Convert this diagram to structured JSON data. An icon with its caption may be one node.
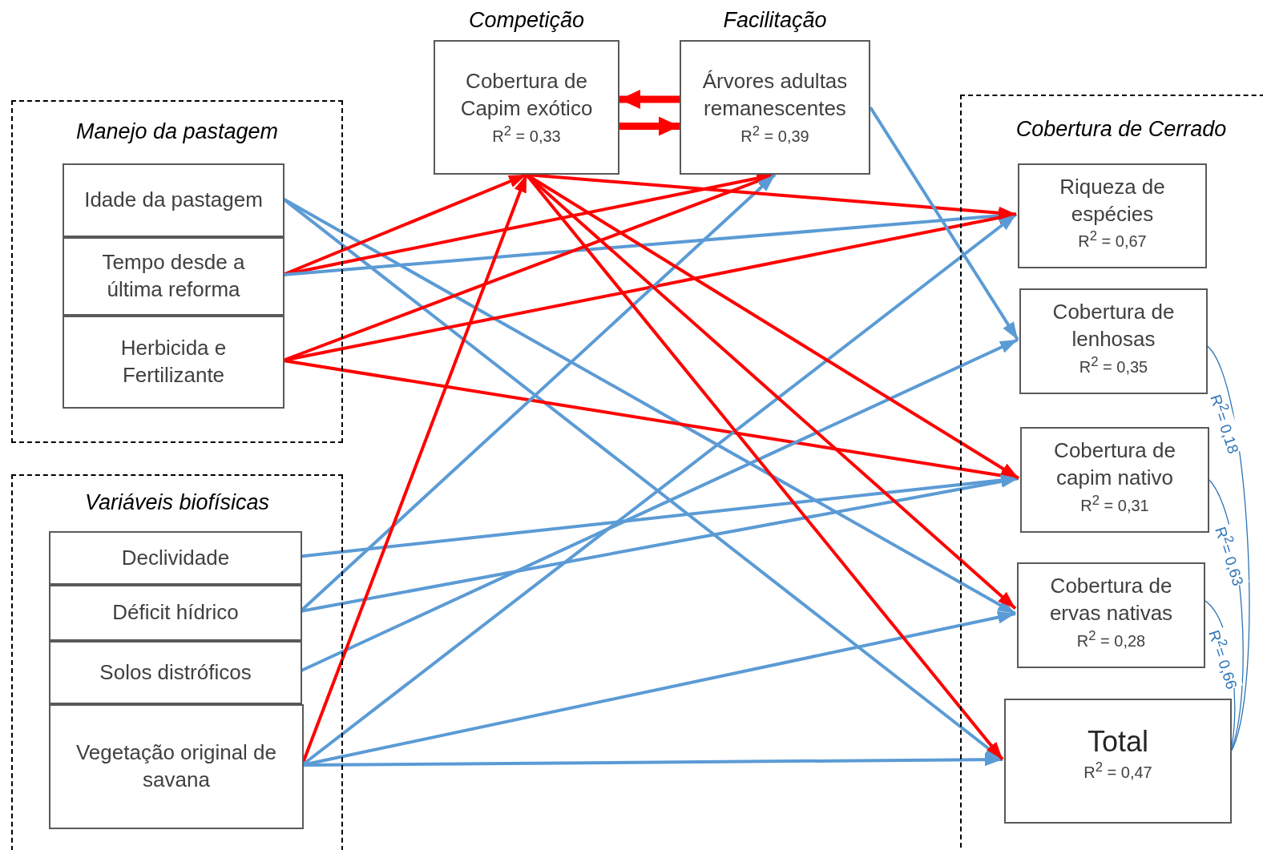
{
  "diagram": {
    "nodes": [
      {
        "text": [
          "Manejo da pastagem"
        ]
      },
      {
        "text": [
          "Idade da pastagem"
        ],
        "in": 0
      },
      {
        "text": [
          "Tempo desde a última reforma"
        ],
        "in": 0
      },
      {
        "text": [
          "Herbicida e Fertilizante"
        ],
        "in": 0
      },
      {
        "text": [
          "Variáveis biofísicas"
        ]
      },
      {
        "text": [
          "Declividade"
        ],
        "in": 4
      },
      {
        "text": [
          "Déficit hídrico"
        ],
        "in": 4
      },
      {
        "text": [
          "Solos distróficos"
        ],
        "in": 4
      },
      {
        "text": [
          "Vegetação original de savana"
        ],
        "in": 4
      },
      {
        "text": [
          "Competição",
          "Cobertura de Capim exótico",
          "R$^{2}$ = 0,33"
        ]
      },
      {
        "text": [
          "Facilitação",
          "Árvores adultas remanescentes",
          "R$^{2}$ = 0,39"
        ]
      },
      {
        "text": [
          "Cobertura de Cerrado"
        ]
      },
      {
        "text": [
          "Riqueza de espécies",
          "R$^{2}$ = 0,67"
        ],
        "in": 11
      },
      {
        "text": [
          "Cobertura de lenhosas",
          "R$^{2}$ = 0,35"
        ],
        "in": 11
      },
      {
        "text": [
          "Cobertura de capim nativo",
          "R$^{2}$ = 0,31"
        ],
        "in": 11
      },
      {
        "text": [
          "Cobertura de ervas nativas",
          "R$^{2}$ = 0,28"
        ],
        "in": 11
      },
      {
        "text": [
          "Total",
          "R$^{2}$ = 0,47"
        ],
        "in": 11
      }
    ],
    "edges": [
      {
        "from": 10,
        "to": 9,
        "arrow": "to",
        "style": "thick",
        "color": "#ff0000"
      },
      {
        "from": 9,
        "to": 10,
        "arrow": "to",
        "style": "thick",
        "color": "#ff0000"
      },
      {
        "from": 1,
        "to": 15,
        "arrow": "to",
        "color": "#5b9bd5"
      },
      {
        "from": 1,
        "to": 16,
        "arrow": "to",
        "color": "#5b9bd5"
      },
      {
        "from": 2,
        "to": 9,
        "arrow": "to",
        "color": "#ff0000"
      },
      {
        "from": 2,
        "to": 10,
        "arrow": "to",
        "color": "#ff0000"
      },
      {
        "from": 2,
        "to": 12,
        "arrow": "to",
        "color": "#5b9bd5"
      },
      {
        "from": 3,
        "to": 10,
        "arrow": "to",
        "color": "#ff0000"
      },
      {
        "from": 3,
        "to": 12,
        "arrow": "to",
        "color": "#ff0000"
      },
      {
        "from": 3,
        "to": 14,
        "arrow": "to",
        "color": "#ff0000"
      },
      {
        "from": 5,
        "to": 14,
        "arrow": "to",
        "color": "#5b9bd5"
      },
      {
        "from": 6,
        "to": 10,
        "arrow": "to",
        "color": "#5b9bd5"
      },
      {
        "from": 6,
        "to": 14,
        "arrow": "to",
        "color": "#5b9bd5"
      },
      {
        "from": 7,
        "to": 13,
        "arrow": "to",
        "color": "#5b9bd5"
      },
      {
        "from": 8,
        "to": 9,
        "arrow": "to",
        "color": "#ff0000"
      },
      {
        "from": 8,
        "to": 12,
        "arrow": "to",
        "color": "#5b9bd5"
      },
      {
        "from": 8,
        "to": 15,
        "arrow": "to",
        "color": "#5b9bd5"
      },
      {
        "from": 8,
        "to": 16,
        "arrow": "to",
        "color": "#5b9bd5"
      },
      {
        "from": 9,
        "to": 12,
        "arrow": "to",
        "color": "#ff0000"
      },
      {
        "from": 9,
        "to": 14,
        "arrow": "to",
        "color": "#ff0000"
      },
      {
        "from": 9,
        "to": 15,
        "arrow": "to",
        "color": "#ff0000"
      },
      {
        "from": 9,
        "to": 16,
        "arrow": "to",
        "color": "#ff0000"
      },
      {
        "from": 10,
        "to": 13,
        "arrow": "to",
        "color": "#5b9bd5"
      },
      {
        "from": 13,
        "to": 16,
        "arrow": "none",
        "label": "R$^{2}$= 0,18",
        "color": "#2e75b6"
      },
      {
        "from": 14,
        "to": 16,
        "arrow": "none",
        "label": "R$^{2}$= 0,63",
        "color": "#2e75b6"
      },
      {
        "from": 15,
        "to": 16,
        "arrow": "none",
        "label": "R$^{2}$= 0,66",
        "color": "#2e75b6"
      }
    ]
  }
}
